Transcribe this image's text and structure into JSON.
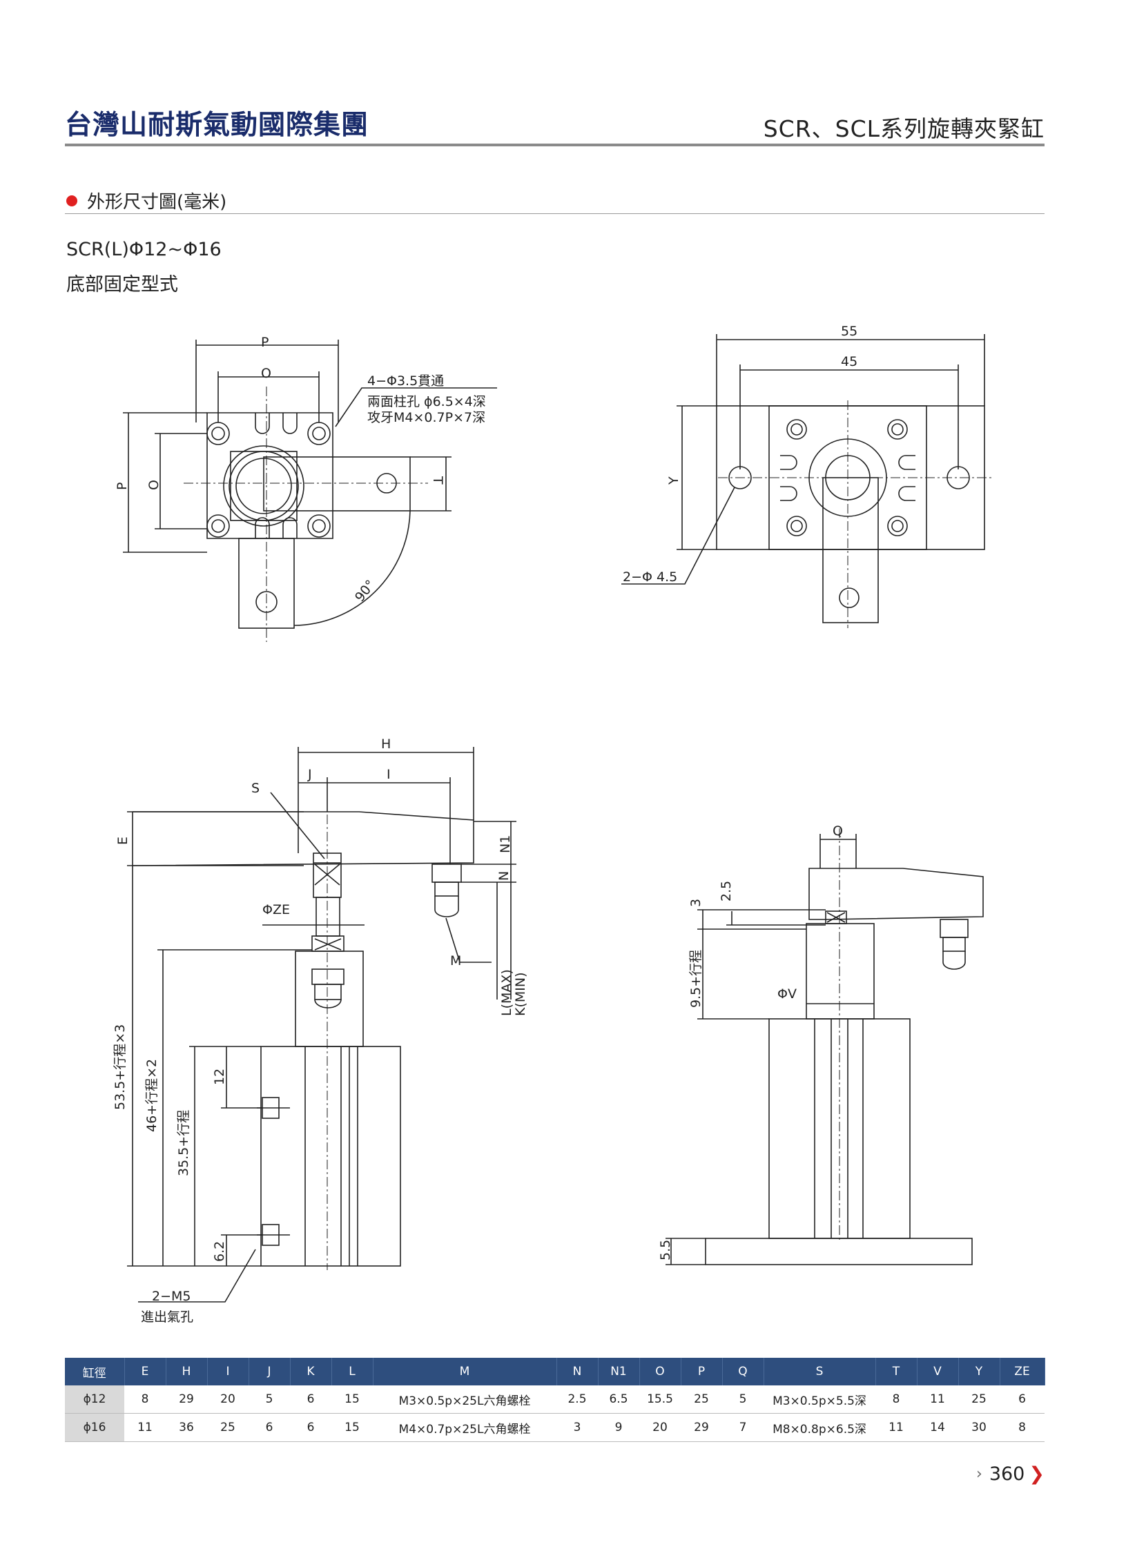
{
  "header": {
    "company": "台灣山耐斯氣動國際集團",
    "series": "SCR、SCL系列旋轉夾緊缸"
  },
  "section": {
    "title": "外形尺寸圖(毫米)"
  },
  "model": {
    "name": "SCR(L)Φ12~Φ16",
    "mount": "底部固定型式"
  },
  "drawing_labels": {
    "top_left": {
      "P": "P",
      "O": "O",
      "P_side": "P",
      "O_side": "O",
      "T": "T",
      "angle": "90°",
      "note1": "4−Φ3.5貫通",
      "note2": "兩面柱孔 ϕ6.5×4深",
      "note3": "攻牙M4×0.7P×7深"
    },
    "top_right": {
      "dim55": "55",
      "dim45": "45",
      "Y": "Y",
      "holes": "2−Φ 4.5"
    },
    "bottom_left": {
      "H": "H",
      "J": "J",
      "I": "I",
      "S": "S",
      "E": "E",
      "N1": "N1",
      "N": "N",
      "ZE": "ΦZE",
      "M": "M",
      "L": "L(MAX)",
      "K": "K(MIN)",
      "d533": "53.5+行程×3",
      "d46": "46+行程×2",
      "d355": "35.5+行程",
      "d12": "12",
      "d62": "6.2",
      "port1": "2−M5",
      "port2": "進出氣孔"
    },
    "bottom_right": {
      "Q": "Q",
      "d3": "3",
      "d25": "2.5",
      "d95": "9.5+行程",
      "V": "ΦV",
      "d55": "5.5"
    }
  },
  "table": {
    "headers": [
      "缸徑",
      "E",
      "H",
      "I",
      "J",
      "K",
      "L",
      "M",
      "N",
      "N1",
      "O",
      "P",
      "Q",
      "S",
      "T",
      "V",
      "Y",
      "ZE"
    ],
    "rows": [
      [
        "ϕ12",
        "8",
        "29",
        "20",
        "5",
        "6",
        "15",
        "M3×0.5p×25L六角螺栓",
        "2.5",
        "6.5",
        "15.5",
        "25",
        "5",
        "M3×0.5p×5.5深",
        "8",
        "11",
        "25",
        "6"
      ],
      [
        "ϕ16",
        "11",
        "36",
        "25",
        "6",
        "6",
        "15",
        "M4×0.7p×25L六角螺栓",
        "3",
        "9",
        "20",
        "29",
        "7",
        "M8×0.8p×6.5深",
        "11",
        "14",
        "30",
        "8"
      ]
    ]
  },
  "page": {
    "number": "360"
  }
}
